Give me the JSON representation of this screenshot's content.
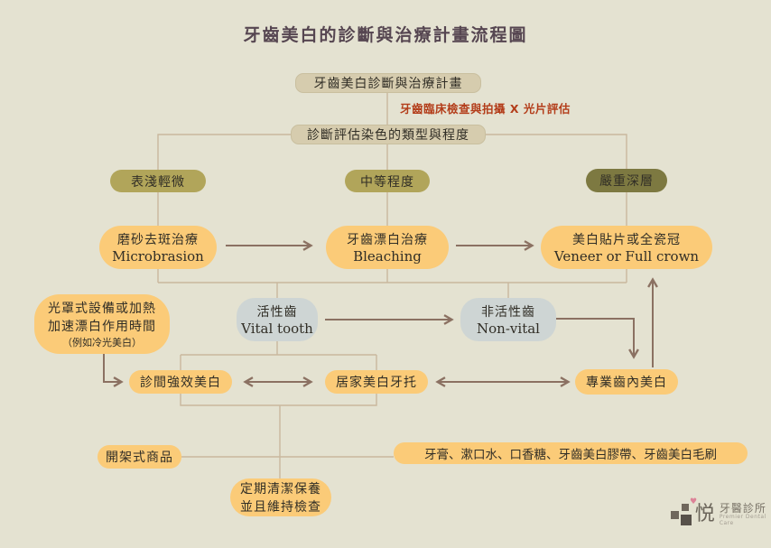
{
  "title": "牙齒美白的診斷與治療計畫流程圖",
  "colors": {
    "bg": "#e4e2d1",
    "title": "#564651",
    "tan_box": "#d6ccae",
    "tan_border": "#c9bf9f",
    "olive": "#b1a55a",
    "olive_dark": "#7d7941",
    "yellow": "#fbcb78",
    "gray": "#ced5d4",
    "line": "#c9b89e",
    "arrow": "#8b7162",
    "red_note": "#b33d1a",
    "text_dark": "#312e26"
  },
  "flow": {
    "plan": "牙齒美白診斷與治療計畫",
    "xray_note": "牙齒臨床檢查與拍攝 X 光片評估",
    "diagnose": "診斷評估染色的類型與程度",
    "severity": {
      "mild": "表淺輕微",
      "moderate": "中等程度",
      "severe": "嚴重深層"
    },
    "treatments": {
      "microbrasion_zh": "磨砂去斑治療",
      "microbrasion_en": "Microbrasion",
      "bleaching_zh": "牙齒漂白治療",
      "bleaching_en": "Bleaching",
      "veneer_zh": "美白貼片或全瓷冠",
      "veneer_en": "Veneer or Full crown"
    },
    "light_device": {
      "line1": "光罩式設備或加熱",
      "line2": "加速漂白作用時間",
      "line3": "（例如冷光美白）"
    },
    "vitality": {
      "vital_zh": "活性齒",
      "vital_en": "Vital tooth",
      "nonvital_zh": "非活性齒",
      "nonvital_en": "Non-vital"
    },
    "options": {
      "office": "診間強效美白",
      "home": "居家美白牙托",
      "internal": "專業齒內美白"
    },
    "retail": {
      "otc": "開架式商品",
      "products": "牙膏、漱口水、口香糖、牙齒美白膠帶、牙齒美白毛刷"
    },
    "maintenance": {
      "line1": "定期清潔保養",
      "line2": "並且維持檢查"
    }
  },
  "logo": {
    "heart": "♥",
    "char": "悦",
    "clinic": "牙醫診所",
    "subtitle": "Premier Dental Care"
  }
}
